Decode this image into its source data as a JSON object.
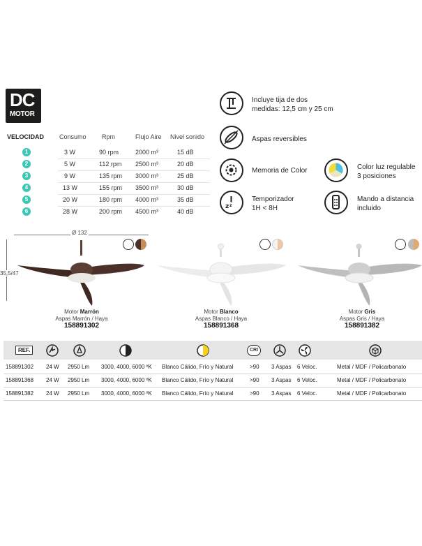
{
  "badge": {
    "line1": "DC",
    "line2": "MOTOR"
  },
  "speed_table": {
    "headers": [
      "VELOCIDAD",
      "Consumo",
      "Rpm",
      "Flujo Aire",
      "Nivel sonido"
    ],
    "rows": [
      {
        "speed": "1",
        "consumo": "3 W",
        "rpm": "90 rpm",
        "flujo": "2000 m³",
        "sonido": "15 dB"
      },
      {
        "speed": "2",
        "consumo": "5 W",
        "rpm": "112 rpm",
        "flujo": "2500 m³",
        "sonido": "20 dB"
      },
      {
        "speed": "3",
        "consumo": "9 W",
        "rpm": "135 rpm",
        "flujo": "3000 m³",
        "sonido": "25 dB"
      },
      {
        "speed": "4",
        "consumo": "13 W",
        "rpm": "155 rpm",
        "flujo": "3500 m³",
        "sonido": "30 dB"
      },
      {
        "speed": "5",
        "consumo": "20 W",
        "rpm": "180 rpm",
        "flujo": "4000 m³",
        "sonido": "35 dB"
      },
      {
        "speed": "6",
        "consumo": "28 W",
        "rpm": "200 rpm",
        "flujo": "4500 m³",
        "sonido": "40 dB"
      }
    ],
    "accent": "#3cc6b4"
  },
  "features": {
    "downrod": {
      "icon": "downrod-icon",
      "line1": "Incluye tija de dos",
      "line2": "medidas: 12,5 cm y 25 cm"
    },
    "reversible": {
      "icon": "reversible-blades-icon",
      "line1": "Aspas reversibles"
    },
    "memory": {
      "icon": "color-memory-icon",
      "line1": "Memoria de Color"
    },
    "color_light": {
      "icon": "color-light-icon",
      "line1": "Color luz regulable",
      "line2": "3 posiciones"
    },
    "timer": {
      "icon": "timer-icon",
      "line1": "Temporizador",
      "line2": "1H < 8H"
    },
    "remote": {
      "icon": "remote-control-icon",
      "line1": "Mando a distancia",
      "line2": "incluido"
    }
  },
  "dimensions": {
    "diameter": "Ø 132",
    "height": "35,5/47"
  },
  "fans": [
    {
      "motor_prefix": "Motor ",
      "motor_color": "Marrón",
      "blades_prefix": "Aspas ",
      "blades": "Marrón / Haya",
      "ref": "158891302",
      "body_color": "#5b3f35",
      "blade_color": "#4a3029",
      "swatch": "#c98a5a"
    },
    {
      "motor_prefix": "Motor ",
      "motor_color": "Blanco",
      "blades_prefix": "Aspas ",
      "blades": "Blanco / Haya",
      "ref": "158891368",
      "body_color": "#f4f4f4",
      "blade_color": "#e9e9e9",
      "swatch": "#f1c6a0"
    },
    {
      "motor_prefix": "Motor ",
      "motor_color": "Gris",
      "blades_prefix": "Aspas ",
      "blades": "Gris / Haya",
      "ref": "158891382",
      "body_color": "#cfcfcf",
      "blade_color": "#bcbcbc",
      "swatch": "#e2a873"
    }
  ],
  "spec_header": {
    "ref_label": "REF.",
    "cri_label": "CRI",
    "icons": [
      "power-lumen-icon",
      "light-bulb-icon",
      "contrast-icon",
      "yellow-light-icon",
      "cri-icon",
      "blades-icon",
      "fan-speed-icon",
      "material-box-icon"
    ]
  },
  "spec_rows": [
    {
      "ref": "158891302",
      "power": "24 W",
      "lumen": "2950 Lm",
      "kelvin": "3000, 4000, 6000 ºK",
      "light": "Blanco Cálido, Frío y Natural",
      "cri": ">90",
      "blades": "3 Aspas",
      "speeds": "6 Veloc.",
      "material": "Metal / MDF / Policarbonato"
    },
    {
      "ref": "158891368",
      "power": "24 W",
      "lumen": "2950 Lm",
      "kelvin": "3000, 4000, 6000 ºK",
      "light": "Blanco Cálido, Frío y Natural",
      "cri": ">90",
      "blades": "3 Aspas",
      "speeds": "6 Veloc.",
      "material": "Metal / MDF / Policarbonato"
    },
    {
      "ref": "158891382",
      "power": "24 W",
      "lumen": "2950 Lm",
      "kelvin": "3000, 4000, 6000 ºK",
      "light": "Blanco Cálido, Frío y Natural",
      "cri": ">90",
      "blades": "3 Aspas",
      "speeds": "6 Veloc.",
      "material": "Metal / MDF / Policarbonato"
    }
  ]
}
